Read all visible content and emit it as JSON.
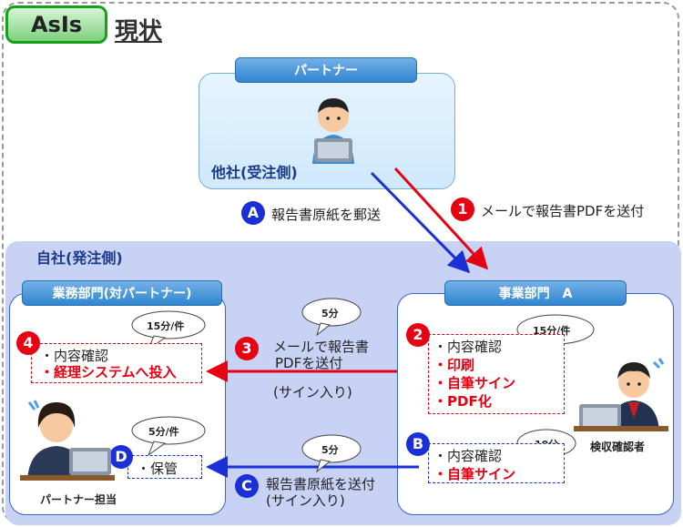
{
  "header": {
    "badge": "AsIs",
    "title": "現状"
  },
  "partner": {
    "header": "パートナー",
    "label": "他社(受注側)"
  },
  "company": {
    "label": "自社(発注側)"
  },
  "left_dept": {
    "header": "業務部門(対パートナー)",
    "person_label": "パートナー担当",
    "step4": {
      "num": "4",
      "callout": "15分/件",
      "line1": "・内容確認",
      "line2": "・経理システムへ投入"
    },
    "stepD": {
      "letter": "D",
      "callout": "5分/件",
      "line1": "・保管"
    }
  },
  "right_dept": {
    "header": "事業部門　A",
    "person_label": "検収確認者",
    "step2": {
      "num": "2",
      "callout": "15分/件",
      "line1": "・内容確認",
      "line2": "・印刷",
      "line3": "・自筆サイン",
      "line4": "・PDF化"
    },
    "stepB": {
      "letter": "B",
      "callout": "10分",
      "line1": "・内容確認",
      "line2": "・自筆サイン"
    }
  },
  "flows": {
    "stepA": {
      "letter": "A",
      "label": "報告書原紙を郵送"
    },
    "step1": {
      "num": "1",
      "label": "メールで報告書PDFを送付"
    },
    "step3": {
      "num": "3",
      "callout": "5分",
      "line1": "メールで報告書",
      "line2": "PDFを送付",
      "line3": "(サイン入り)"
    },
    "stepC": {
      "letter": "C",
      "callout": "5分",
      "line1": "報告書原紙を送付",
      "line2": "(サイン入り)"
    }
  },
  "colors": {
    "red": "#e60012",
    "blue": "#1a2fd6",
    "accent_blue": "#2f86d0",
    "green": "#19a019"
  }
}
